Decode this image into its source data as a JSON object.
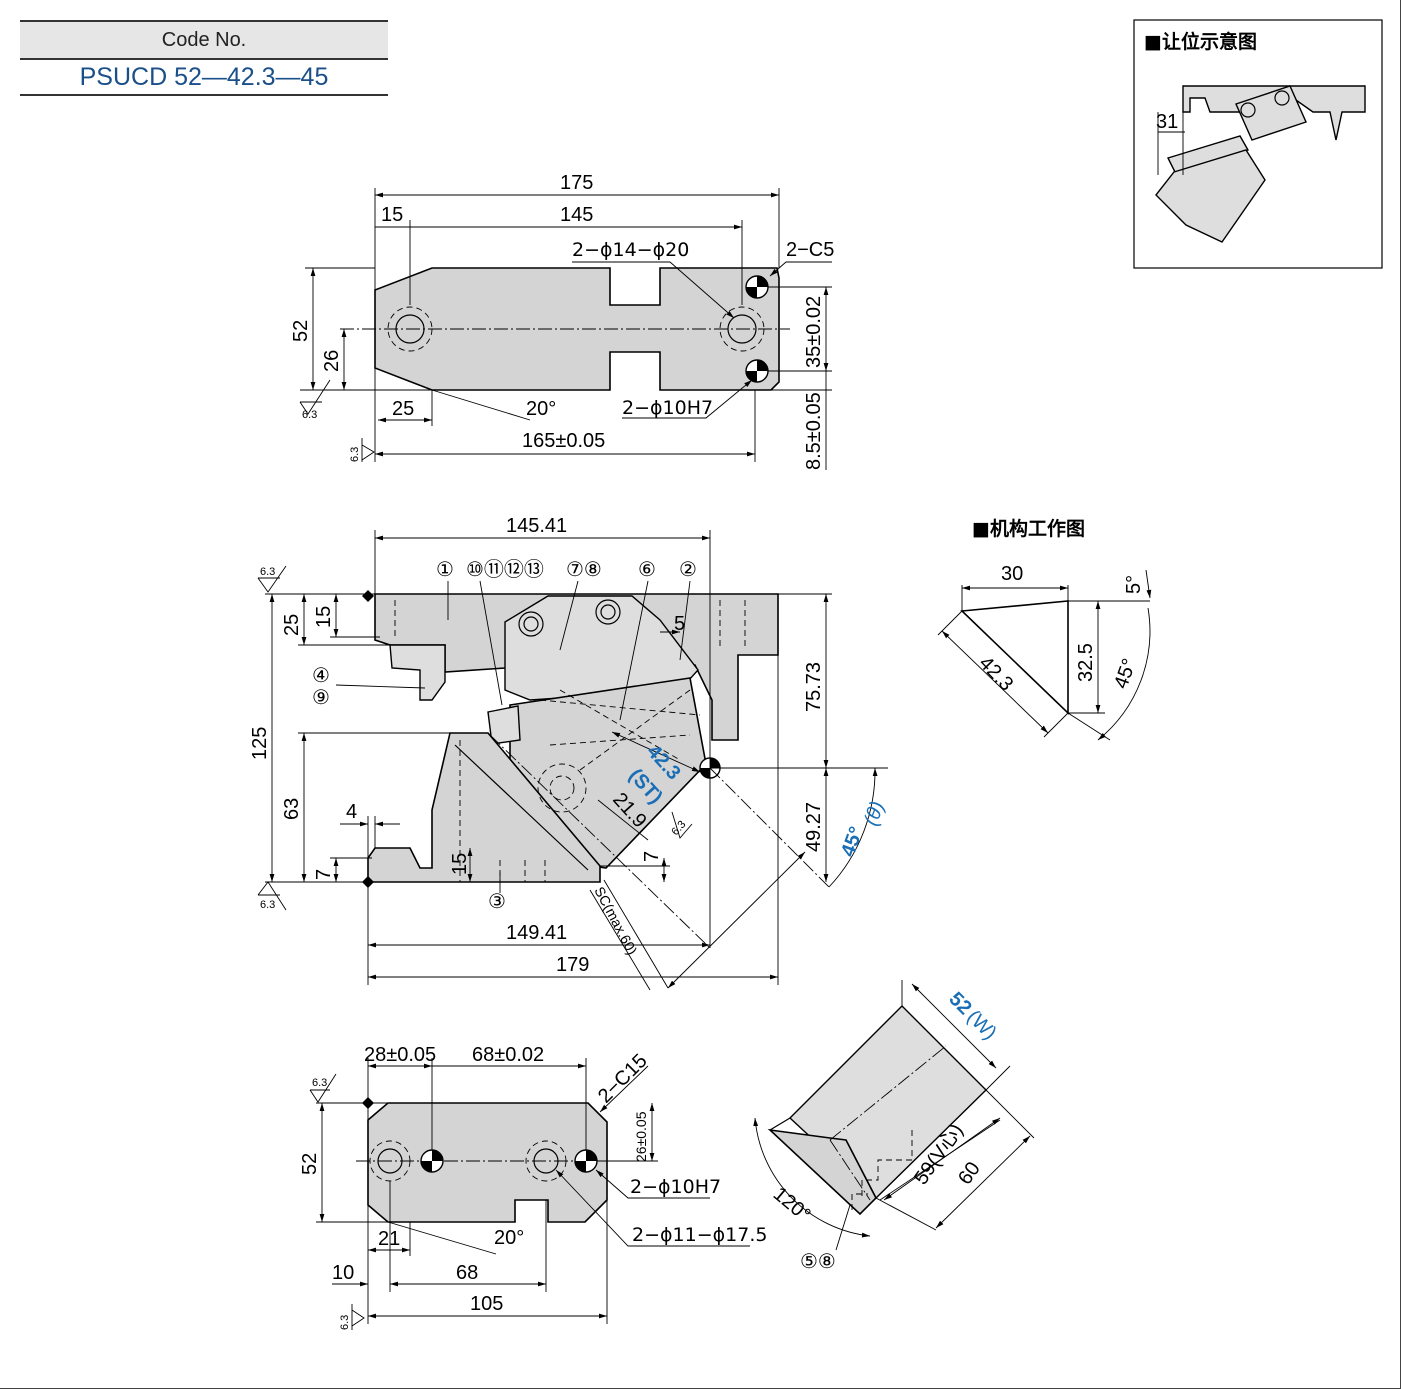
{
  "header": {
    "label": "Code No.",
    "value": "PSUCD 52—42.3—45"
  },
  "inset_clearance": {
    "title": "■让位示意图",
    "dim": "31"
  },
  "inset_mechanism": {
    "title": "■机构工作图",
    "dims": {
      "d30": "30",
      "d5": "5°",
      "d42": "42.3",
      "d325": "32.5",
      "d45": "45°"
    }
  },
  "top_view": {
    "d175": "175",
    "d15": "15",
    "d145": "145",
    "holes_a": "2−ϕ14−ϕ20",
    "chamfer": "2−C5",
    "d52": "52",
    "d26": "26",
    "d35": "35±0.02",
    "d25": "25",
    "angle": "20°",
    "pins": "2−ϕ10H7",
    "d165": "165±0.05",
    "d85": "8.5±0.05",
    "rough": "6.3"
  },
  "front_view": {
    "d14541": "145.41",
    "d25": "25",
    "d15": "15",
    "d125": "125",
    "d63": "63",
    "d4": "4",
    "d7": "7",
    "d15b": "15",
    "d7b": "7",
    "d7573": "75.73",
    "d4927": "49.27",
    "d5": "5",
    "st_value": "42.3",
    "st_label": "(ST)",
    "d219": "21.9",
    "sc": "SC(max.60)",
    "angle_value": "45°",
    "angle_label": "(θ)",
    "d14941": "149.41",
    "d179": "179",
    "rough": "6.3",
    "balloons": [
      "①",
      "⑩⑪⑫⑬",
      "⑦⑧",
      "⑥",
      "②",
      "④",
      "⑨",
      "③"
    ]
  },
  "bottom_view": {
    "d28": "28±0.05",
    "d68a": "68±0.02",
    "chamfer": "2−C15",
    "d52": "52",
    "d26": "26±0.05",
    "pins": "2−ϕ10H7",
    "holes": "2−ϕ11−ϕ17.5",
    "angle": "20°",
    "d21": "21",
    "d10": "10",
    "d68": "68",
    "d105": "105",
    "rough": "6.3"
  },
  "iso_view": {
    "w_value": "52",
    "w_label": "(W)",
    "d59": "59(V心)",
    "d60": "60",
    "angle": "120°",
    "balloon": "⑤⑧"
  }
}
